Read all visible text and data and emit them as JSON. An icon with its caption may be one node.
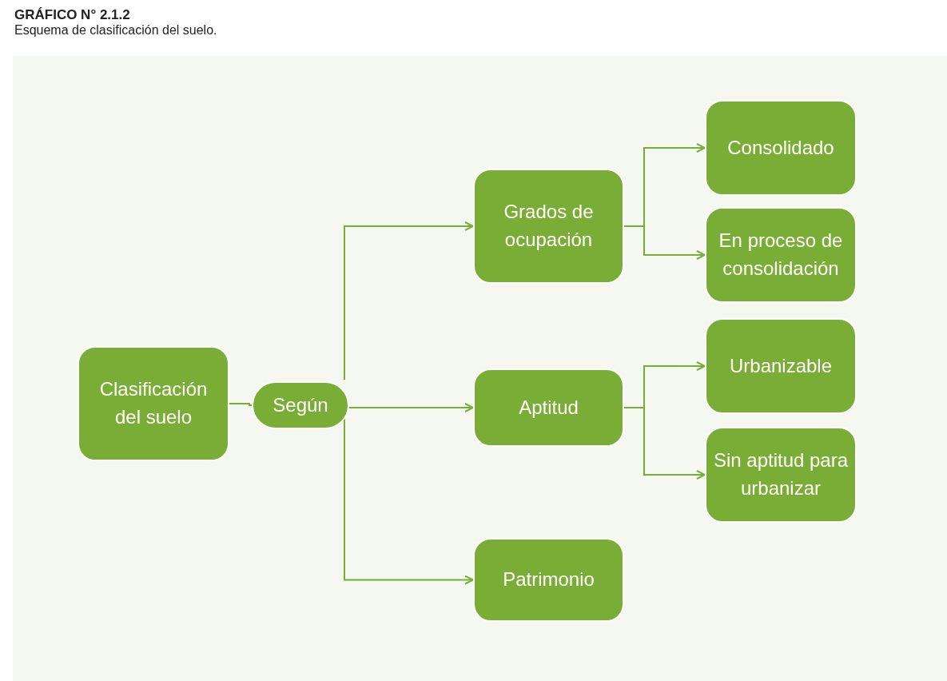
{
  "diagram": {
    "title": "GRÁFICO N° 2.1.2",
    "caption": "Esquema de clasificación del suelo.",
    "nodes": [
      {
        "text": [
          "Clasificación del suelo"
        ]
      },
      {
        "text": [
          "Según"
        ]
      },
      {
        "text": [
          "Grados de ocupación"
        ]
      },
      {
        "text": [
          "Consolidado"
        ]
      },
      {
        "text": [
          "En proceso de consolidación"
        ]
      },
      {
        "text": [
          "Aptitud"
        ]
      },
      {
        "text": [
          "Urbanizable"
        ]
      },
      {
        "text": [
          "Sin aptitud para urbanizar"
        ]
      },
      {
        "text": [
          "Patrimonio"
        ]
      }
    ],
    "edges": [
      {
        "from": 0,
        "to": 1,
        "arrow": "none"
      },
      {
        "from": 1,
        "to": 2,
        "arrow": "to"
      },
      {
        "from": 1,
        "to": 5,
        "arrow": "to"
      },
      {
        "from": 1,
        "to": 8,
        "arrow": "to"
      },
      {
        "from": 2,
        "to": 3,
        "arrow": "to"
      },
      {
        "from": 2,
        "to": 4,
        "arrow": "to"
      },
      {
        "from": 5,
        "to": 6,
        "arrow": "to"
      },
      {
        "from": 5,
        "to": 7,
        "arrow": "to"
      }
    ]
  }
}
